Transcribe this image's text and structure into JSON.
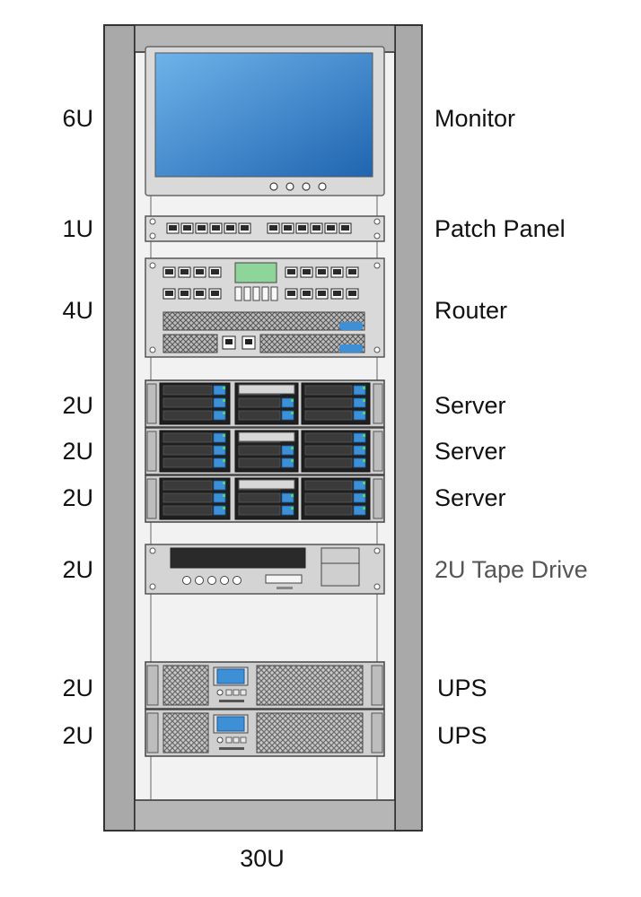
{
  "rack": {
    "total_label": "30U",
    "devices": [
      {
        "id": "monitor",
        "units": "6U",
        "name": "Monitor"
      },
      {
        "id": "patch-panel",
        "units": "1U",
        "name": "Patch Panel"
      },
      {
        "id": "router",
        "units": "4U",
        "name": "Router"
      },
      {
        "id": "server-1",
        "units": "2U",
        "name": "Server"
      },
      {
        "id": "server-2",
        "units": "2U",
        "name": "Server"
      },
      {
        "id": "server-3",
        "units": "2U",
        "name": "Server"
      },
      {
        "id": "tape-drive",
        "units": "2U",
        "name": "2U Tape Drive"
      },
      {
        "id": "ups-1",
        "units": "2U",
        "name": "UPS"
      },
      {
        "id": "ups-2",
        "units": "2U",
        "name": "UPS"
      }
    ]
  },
  "colors": {
    "rack_frame": "#a9a9a9",
    "rack_outline": "#333333",
    "device_body": "#d6d6d6",
    "screen_blue": "#2f7fc9",
    "accent_blue": "#3d8fd6",
    "green_display": "#8fd49a"
  }
}
